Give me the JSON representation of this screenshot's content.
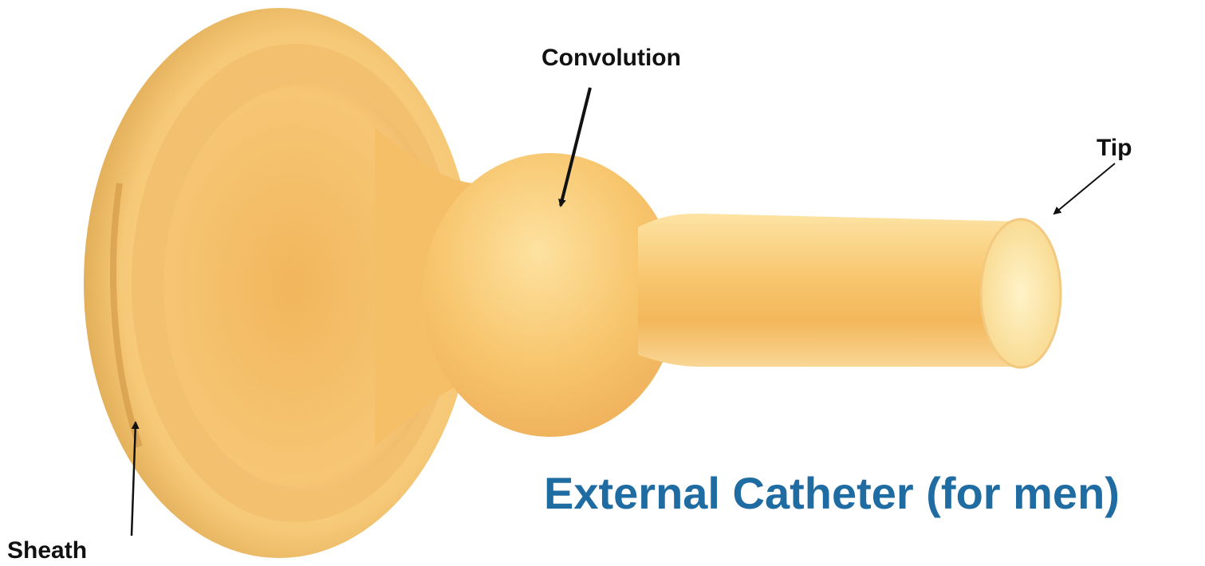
{
  "title": "External Catheter (for men)",
  "labels": {
    "convolution": "Convolution",
    "tip": "Tip",
    "sheath": "Sheath"
  },
  "colors": {
    "title": "#1f6ca3",
    "label": "#111111",
    "catheter_light": "#fde6a8",
    "catheter_mid": "#f7c56c",
    "catheter_dark": "#c88a35"
  }
}
